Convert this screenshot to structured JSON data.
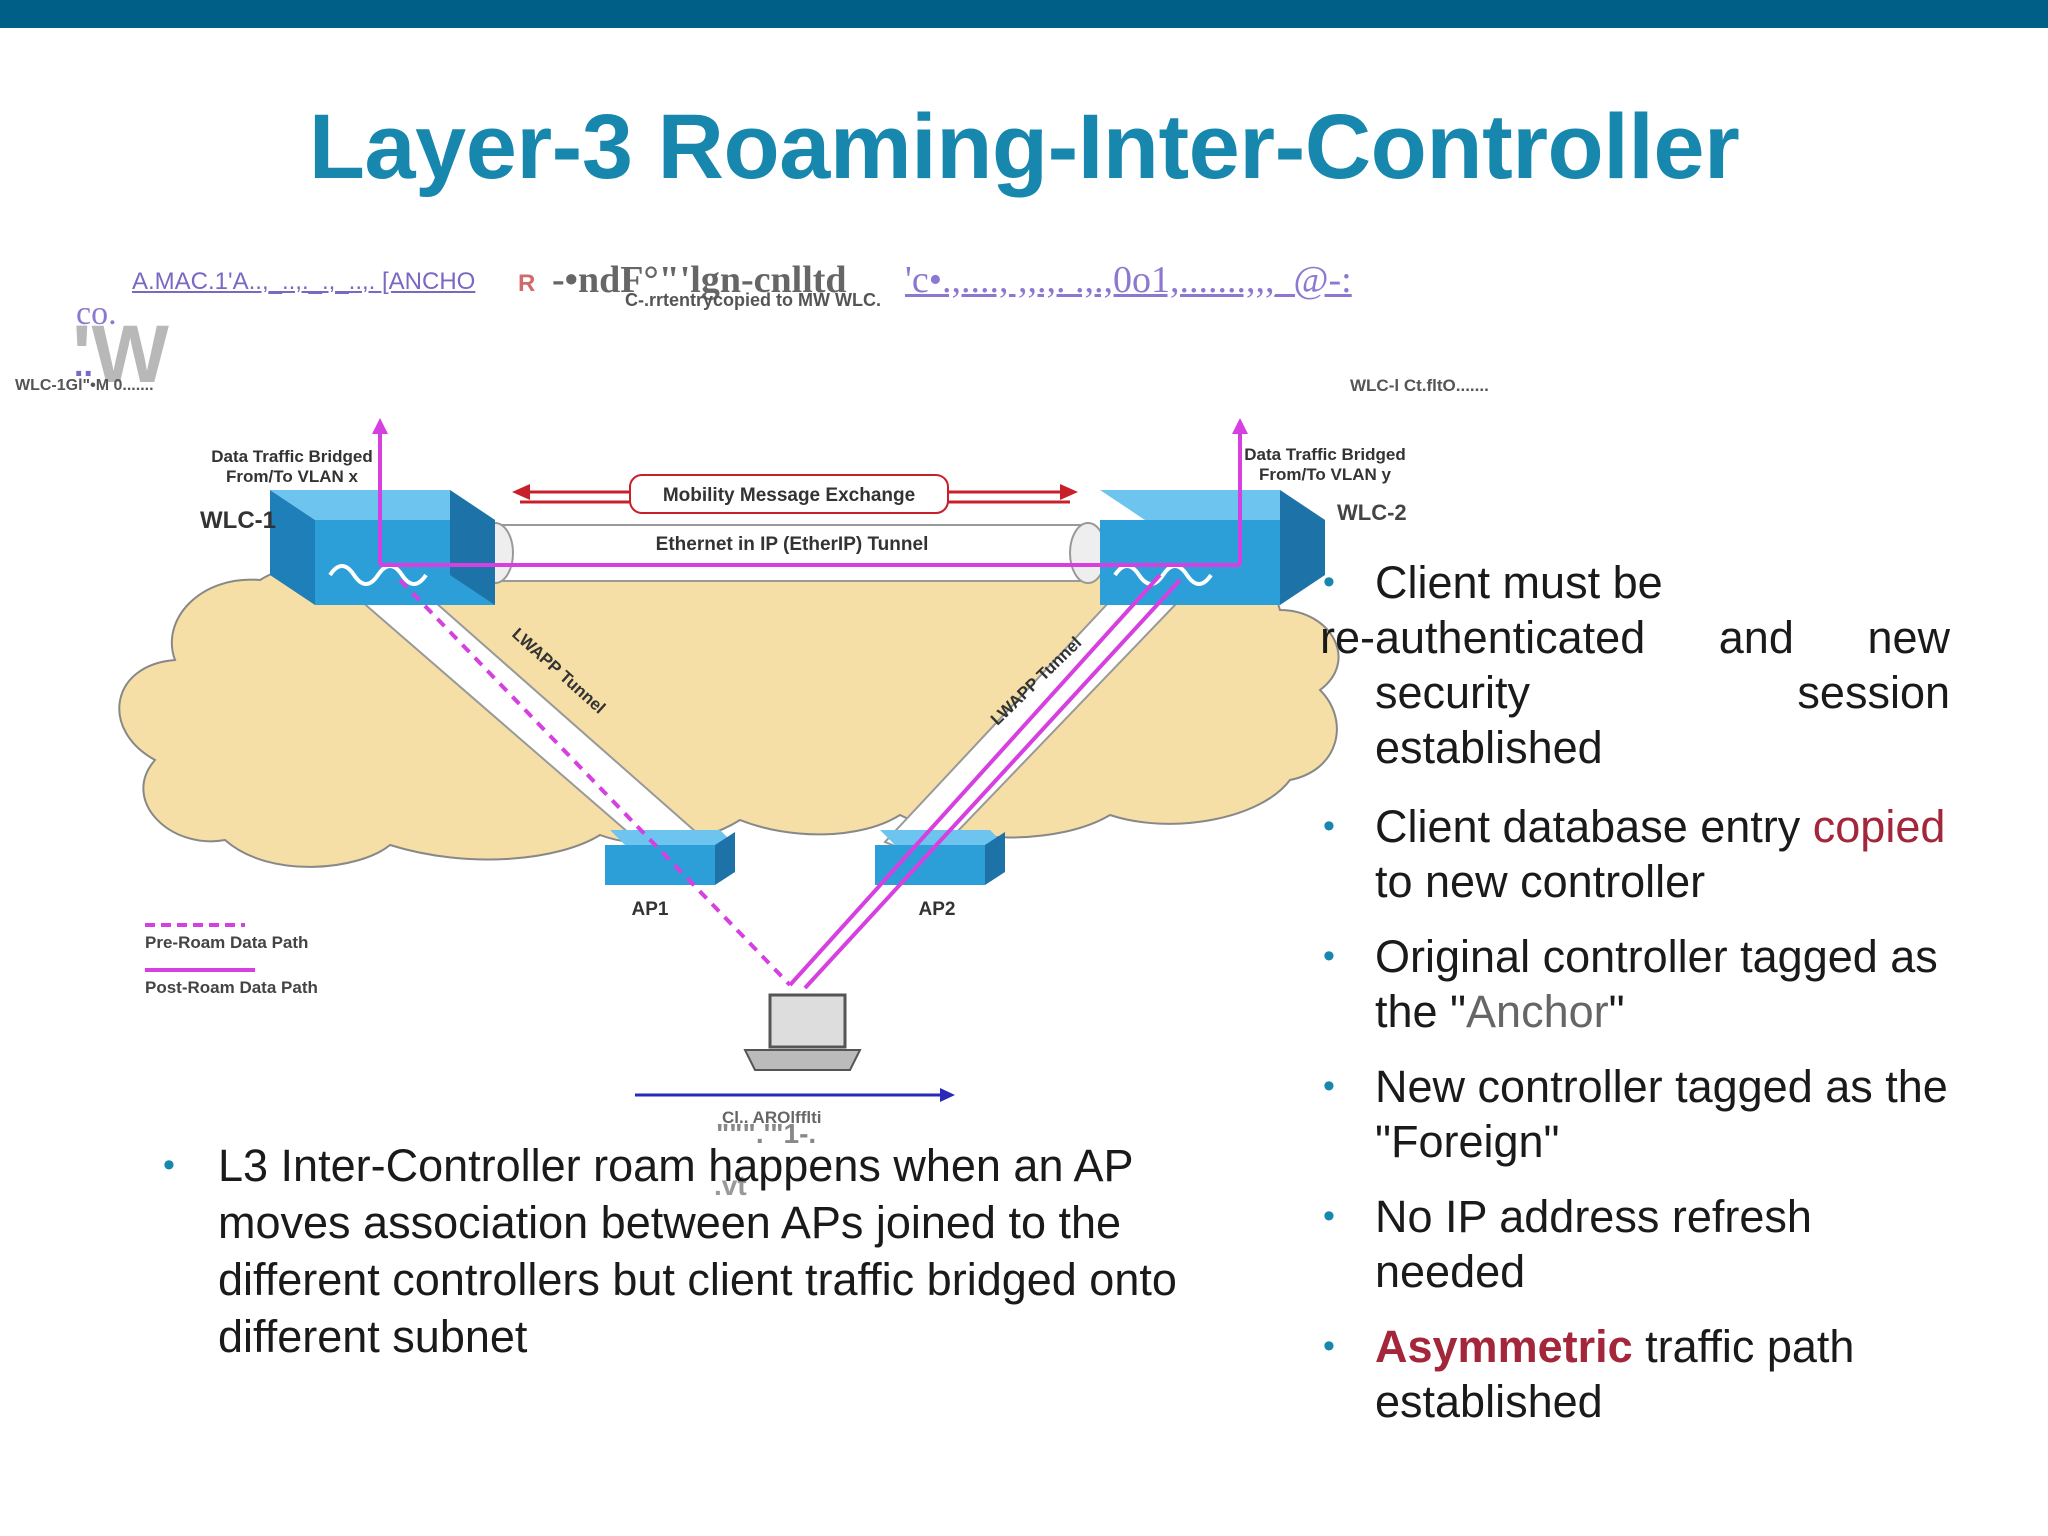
{
  "slide": {
    "title": "Layer-3 Roaming-Inter-Controller"
  },
  "artifacts": {
    "line1_a": "A.MAC.1'A..,_..,._.,_..,. [ANCHO",
    "line1_b": "R",
    "line1_c": "-•ndF°\"'lgn-cnlltd",
    "line1_d": "'c•.,...., ,,.,. .,.,0o1,.......,,,_@-:",
    "line1_e": "C-.rrtentrycopied to MW WLC.",
    "left_co": "co.",
    "left_w": "'W",
    "left_dots": "..",
    "wlc1_garble": "WLC-1Gl\"•M 0.......",
    "wlc2_garble": "WLC-l Ct.fltO.......",
    "client_garble": "Cl.. AROlfflti",
    "client_garble2": "\"\"\".'\"1-.",
    "client_garble3": ".vt"
  },
  "diagram": {
    "wlc1_label": "WLC-1",
    "wlc2_label": "WLC-2",
    "wlc1_traffic_line1": "Data Traffic Bridged",
    "wlc1_traffic_line2": "From/To VLAN x",
    "wlc2_traffic_line1": "Data Traffic Bridged",
    "wlc2_traffic_line2": "From/To VLAN y",
    "mobility_label": "Mobility Message Exchange",
    "tunnel_label": "Ethernet in IP (EtherIP) Tunnel",
    "lwapp_left": "LWAPP Tunnel",
    "lwapp_right": "LWAPP Tunnel",
    "ap1_label": "AP1",
    "ap2_label": "AP2",
    "legend_pre": "Pre-Roam Data Path",
    "legend_post": "Post-Roam Data Path",
    "colors": {
      "cloud": "#f6dfa6",
      "device": "#2d9fd8",
      "path": "#d63fe0",
      "arrow_red": "#c8202a",
      "arrow_blue": "#2a2ab8"
    }
  },
  "right_bullets": {
    "b1_line1": "Client must be",
    "b1_line2_a": "re-authenticated",
    "b1_line2_b": "and",
    "b1_line2_c": "new",
    "b1_line3_a": "security",
    "b1_line3_b": "session",
    "b1_line4": "established",
    "b2_a": "Client database entry",
    "b2_b": "copied",
    "b2_c": "to new controller",
    "b3_a": "Original controller tagged as the \"",
    "b3_b": "Anchor",
    "b3_c": "\"",
    "b4": "New controller tagged as the \"Foreign\"",
    "b5": "No IP address refresh needed",
    "b6_a": "Asymmetric",
    "b6_b": "traffic path established"
  },
  "left_bullets": {
    "b1": "L3 Inter-Controller roam happens when an AP moves association between APs joined to the different controllers but client traffic bridged onto different subnet"
  }
}
